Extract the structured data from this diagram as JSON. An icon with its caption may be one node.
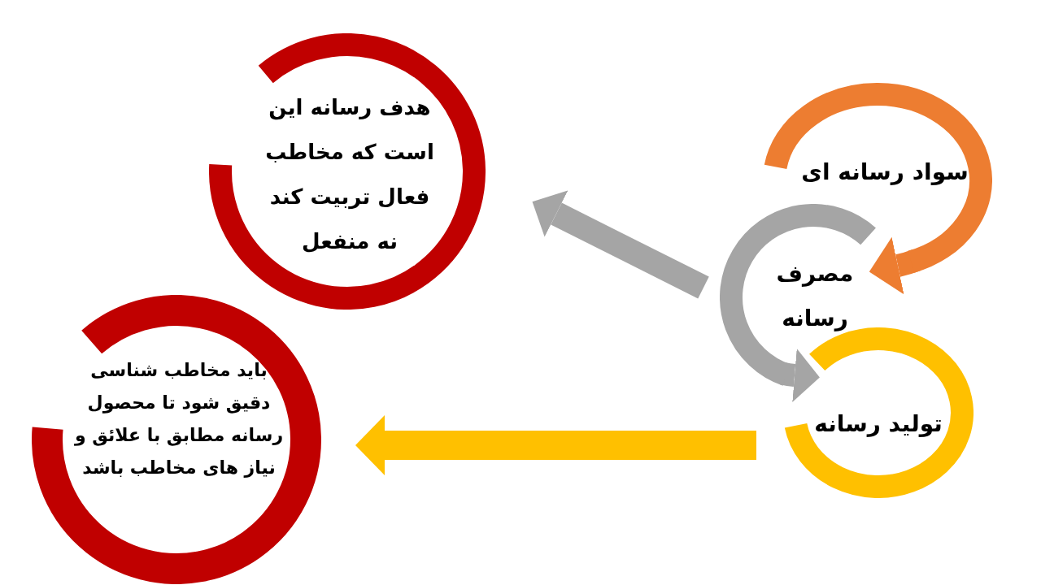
{
  "diagram": {
    "nodes": [
      {
        "text": [
          "سواد رسانه ای"
        ]
      },
      {
        "text": [
          "مصرف رسانه"
        ]
      },
      {
        "text": [
          "تولید رسانه"
        ]
      },
      {
        "text": [
          "هدف رسانه این است که مخاطب فعال تربیت کند نه منفعل"
        ]
      },
      {
        "text": [
          "باید مخاطب شناسی دقیق شود تا محصول رسانه مطابق با علائق و نیاز های مخاطب باشد"
        ]
      }
    ],
    "edges": [
      {
        "from": 0,
        "to": 1,
        "arrow": "to",
        "color": "#ed7d31"
      },
      {
        "from": 1,
        "to": 2,
        "arrow": "to"
      },
      {
        "from": 1,
        "to": 3,
        "arrow": "to"
      },
      {
        "from": 2,
        "to": 4,
        "arrow": "to",
        "color": "#ffc000"
      }
    ]
  }
}
